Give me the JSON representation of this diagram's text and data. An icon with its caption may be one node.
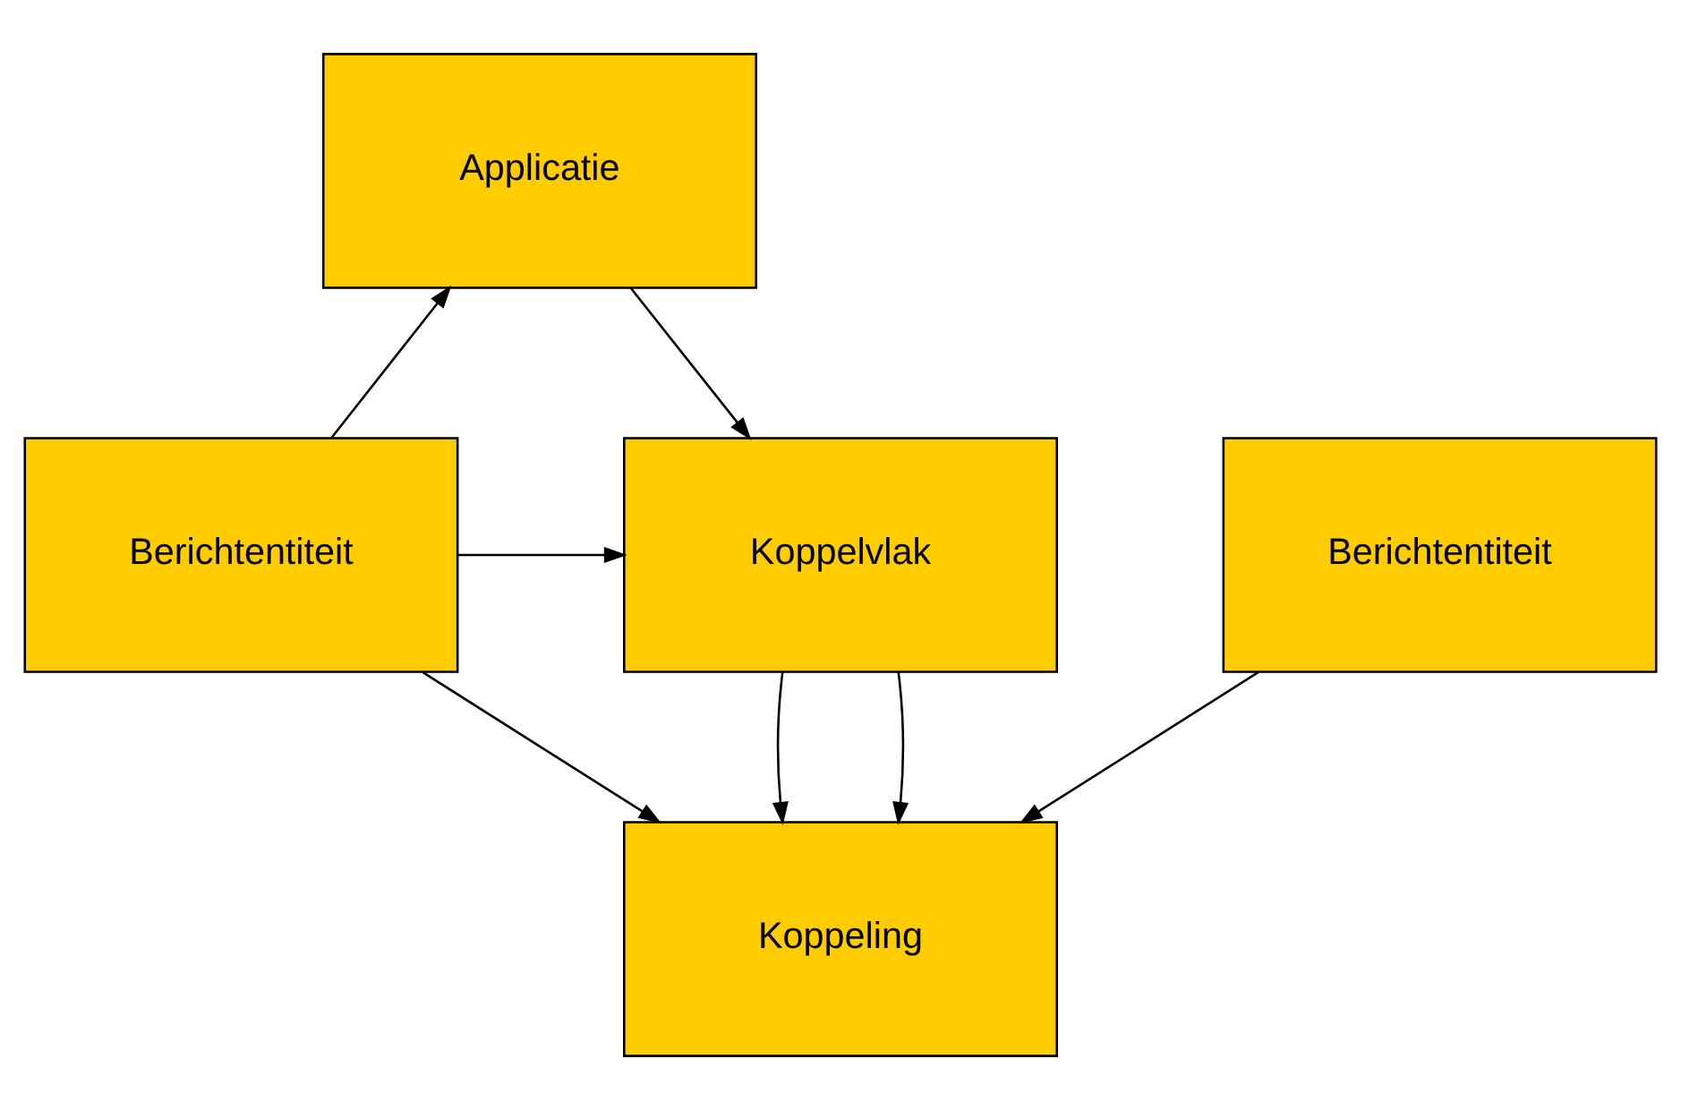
{
  "diagram": {
    "nodes": [
      {
        "text": [
          "Applicatie"
        ]
      },
      {
        "text": [
          "Berichtentiteit"
        ]
      },
      {
        "text": [
          "Koppelvlak"
        ]
      },
      {
        "text": [
          "Berichtentiteit"
        ]
      },
      {
        "text": [
          "Koppeling"
        ]
      }
    ],
    "edges": [
      {
        "from": 1,
        "to": 0,
        "arrow": "to"
      },
      {
        "from": 0,
        "to": 2,
        "arrow": "to"
      },
      {
        "from": 1,
        "to": 2,
        "arrow": "to"
      },
      {
        "from": 1,
        "to": 4,
        "arrow": "to"
      },
      {
        "from": 2,
        "to": 4,
        "arrow": "to"
      },
      {
        "from": 2,
        "to": 4,
        "arrow": "to"
      },
      {
        "from": 3,
        "to": 4,
        "arrow": "to"
      }
    ]
  }
}
